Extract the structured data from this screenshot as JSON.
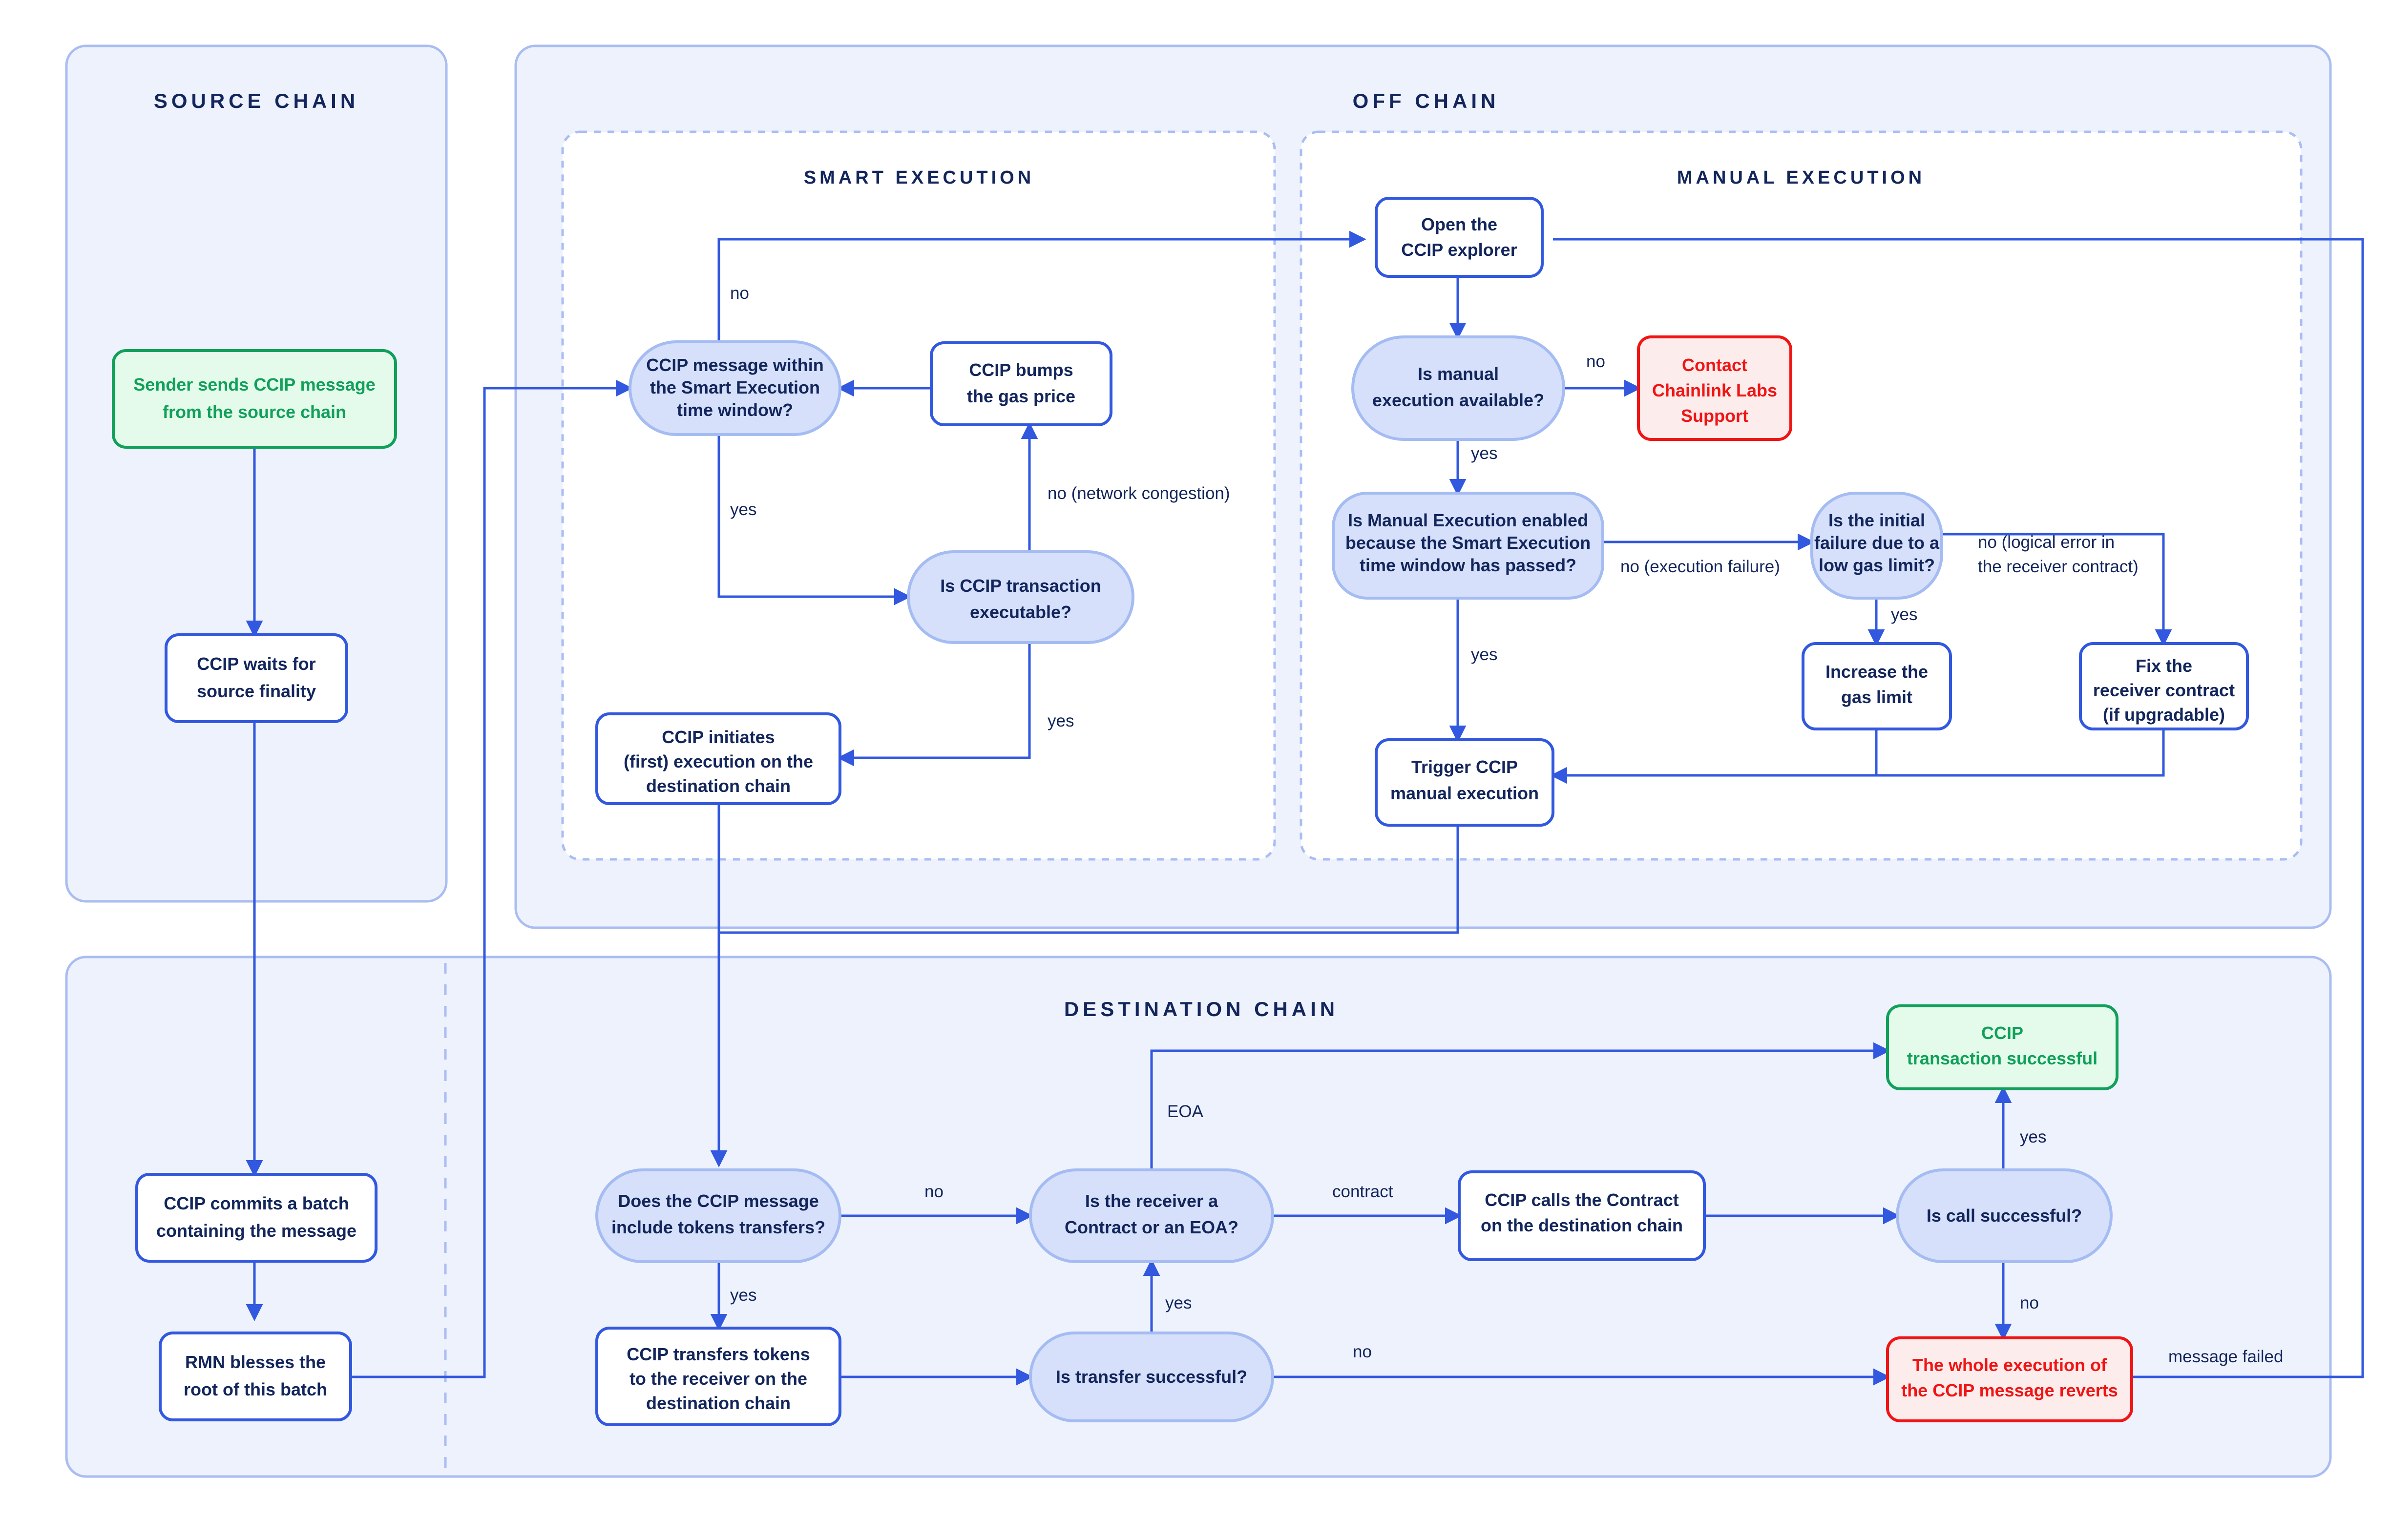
{
  "diagram": {
    "title_hidden": "CCIP message execution flow",
    "lanes": [
      {
        "id": "source",
        "label": "SOURCE CHAIN"
      },
      {
        "id": "offchain",
        "label": "OFF CHAIN"
      },
      {
        "id": "destination",
        "label": "DESTINATION CHAIN"
      }
    ],
    "sublanes": [
      {
        "id": "smart",
        "label": "SMART EXECUTION"
      },
      {
        "id": "manual",
        "label": "MANUAL EXECUTION"
      }
    ]
  },
  "colors": {
    "lane_fill": "#eef2fd",
    "lane_stroke": "#aabdf2",
    "process_stroke": "#3258df",
    "decision_fill": "#d6e0fb",
    "decision_stroke": "#a5bcf2",
    "text": "#13265c",
    "success": "#11a05a",
    "success_fill": "#e4fbeb",
    "error": "#f01414",
    "error_fill": "#fdecec",
    "line": "#3258df"
  },
  "nodes": {
    "sender_sends": {
      "lines": [
        "Sender sends CCIP message",
        "from the source chain"
      ],
      "shape": "process",
      "style": "success"
    },
    "waits_finality": {
      "lines": [
        "CCIP waits for",
        "source finality"
      ],
      "shape": "process",
      "style": "normal"
    },
    "commits_batch": {
      "lines": [
        "CCIP commits a batch",
        "containing the message"
      ],
      "shape": "process",
      "style": "normal"
    },
    "rmn_blesses": {
      "lines": [
        "RMN blesses the",
        "root of this batch"
      ],
      "shape": "process",
      "style": "normal"
    },
    "within_window": {
      "lines": [
        "CCIP message within",
        "the Smart Execution",
        "time window?"
      ],
      "shape": "decision",
      "style": "normal"
    },
    "bumps_gas": {
      "lines": [
        "CCIP bumps",
        "the gas price"
      ],
      "shape": "process",
      "style": "normal"
    },
    "tx_executable": {
      "lines": [
        "Is CCIP transaction",
        "executable?"
      ],
      "shape": "decision",
      "style": "normal"
    },
    "initiates_exec": {
      "lines": [
        "CCIP initiates",
        "(first) execution on the",
        "destination chain"
      ],
      "shape": "process",
      "style": "normal"
    },
    "open_explorer": {
      "lines": [
        "Open the",
        "CCIP explorer"
      ],
      "shape": "process",
      "style": "normal"
    },
    "manual_available": {
      "lines": [
        "Is manual",
        "execution available?"
      ],
      "shape": "decision",
      "style": "normal"
    },
    "contact_support": {
      "lines": [
        "Contact",
        "Chainlink Labs",
        "Support"
      ],
      "shape": "process",
      "style": "error"
    },
    "manual_enabled": {
      "lines": [
        "Is Manual Execution enabled",
        "because the Smart Execution",
        "time window has passed?"
      ],
      "shape": "decision",
      "style": "normal"
    },
    "low_gas_limit": {
      "lines": [
        "Is the initial",
        "failure due to a",
        "low gas limit?"
      ],
      "shape": "decision",
      "style": "normal"
    },
    "increase_gas": {
      "lines": [
        "Increase the",
        "gas limit"
      ],
      "shape": "process",
      "style": "normal"
    },
    "fix_receiver": {
      "lines": [
        "Fix the",
        "receiver contract",
        "(if upgradable)"
      ],
      "shape": "process",
      "style": "normal"
    },
    "trigger_manual": {
      "lines": [
        "Trigger CCIP",
        "manual execution"
      ],
      "shape": "process",
      "style": "normal"
    },
    "include_tokens": {
      "lines": [
        "Does the CCIP message",
        "include tokens transfers?"
      ],
      "shape": "decision",
      "style": "normal"
    },
    "transfers_tokens": {
      "lines": [
        "CCIP transfers tokens",
        "to the receiver on the",
        "destination chain"
      ],
      "shape": "process",
      "style": "normal"
    },
    "transfer_successful": {
      "lines": [
        "Is transfer successful?"
      ],
      "shape": "decision",
      "style": "normal"
    },
    "receiver_kind": {
      "lines": [
        "Is the receiver a",
        "Contract or an EOA?"
      ],
      "shape": "decision",
      "style": "normal"
    },
    "calls_contract": {
      "lines": [
        "CCIP calls the Contract",
        "on the destination chain"
      ],
      "shape": "process",
      "style": "normal"
    },
    "call_successful": {
      "lines": [
        "Is call successful?"
      ],
      "shape": "decision",
      "style": "normal"
    },
    "tx_successful": {
      "lines": [
        "CCIP",
        "transaction successful"
      ],
      "shape": "process",
      "style": "success"
    },
    "reverts": {
      "lines": [
        "The whole execution of",
        "the CCIP message reverts"
      ],
      "shape": "process",
      "style": "error"
    }
  },
  "edge_labels": {
    "smart_no": "no",
    "smart_yes": "yes",
    "congestion_no": "no (network congestion)",
    "executable_yes": "yes",
    "manual_available_no": "no",
    "manual_available_yes": "yes",
    "manual_enabled_yes": "yes",
    "manual_enabled_no": "no (execution failure)",
    "gas_limit_yes": "yes",
    "gas_limit_no": "no (logical error in\nthe receiver contract)",
    "gas_limit_no_l1": "no (logical error in",
    "gas_limit_no_l2": "the receiver contract)",
    "tokens_no": "no",
    "tokens_yes": "yes",
    "transfer_yes": "yes",
    "transfer_no": "no",
    "eoa": "EOA",
    "contract": "contract",
    "call_yes": "yes",
    "call_no": "no",
    "message_failed": "message failed"
  }
}
